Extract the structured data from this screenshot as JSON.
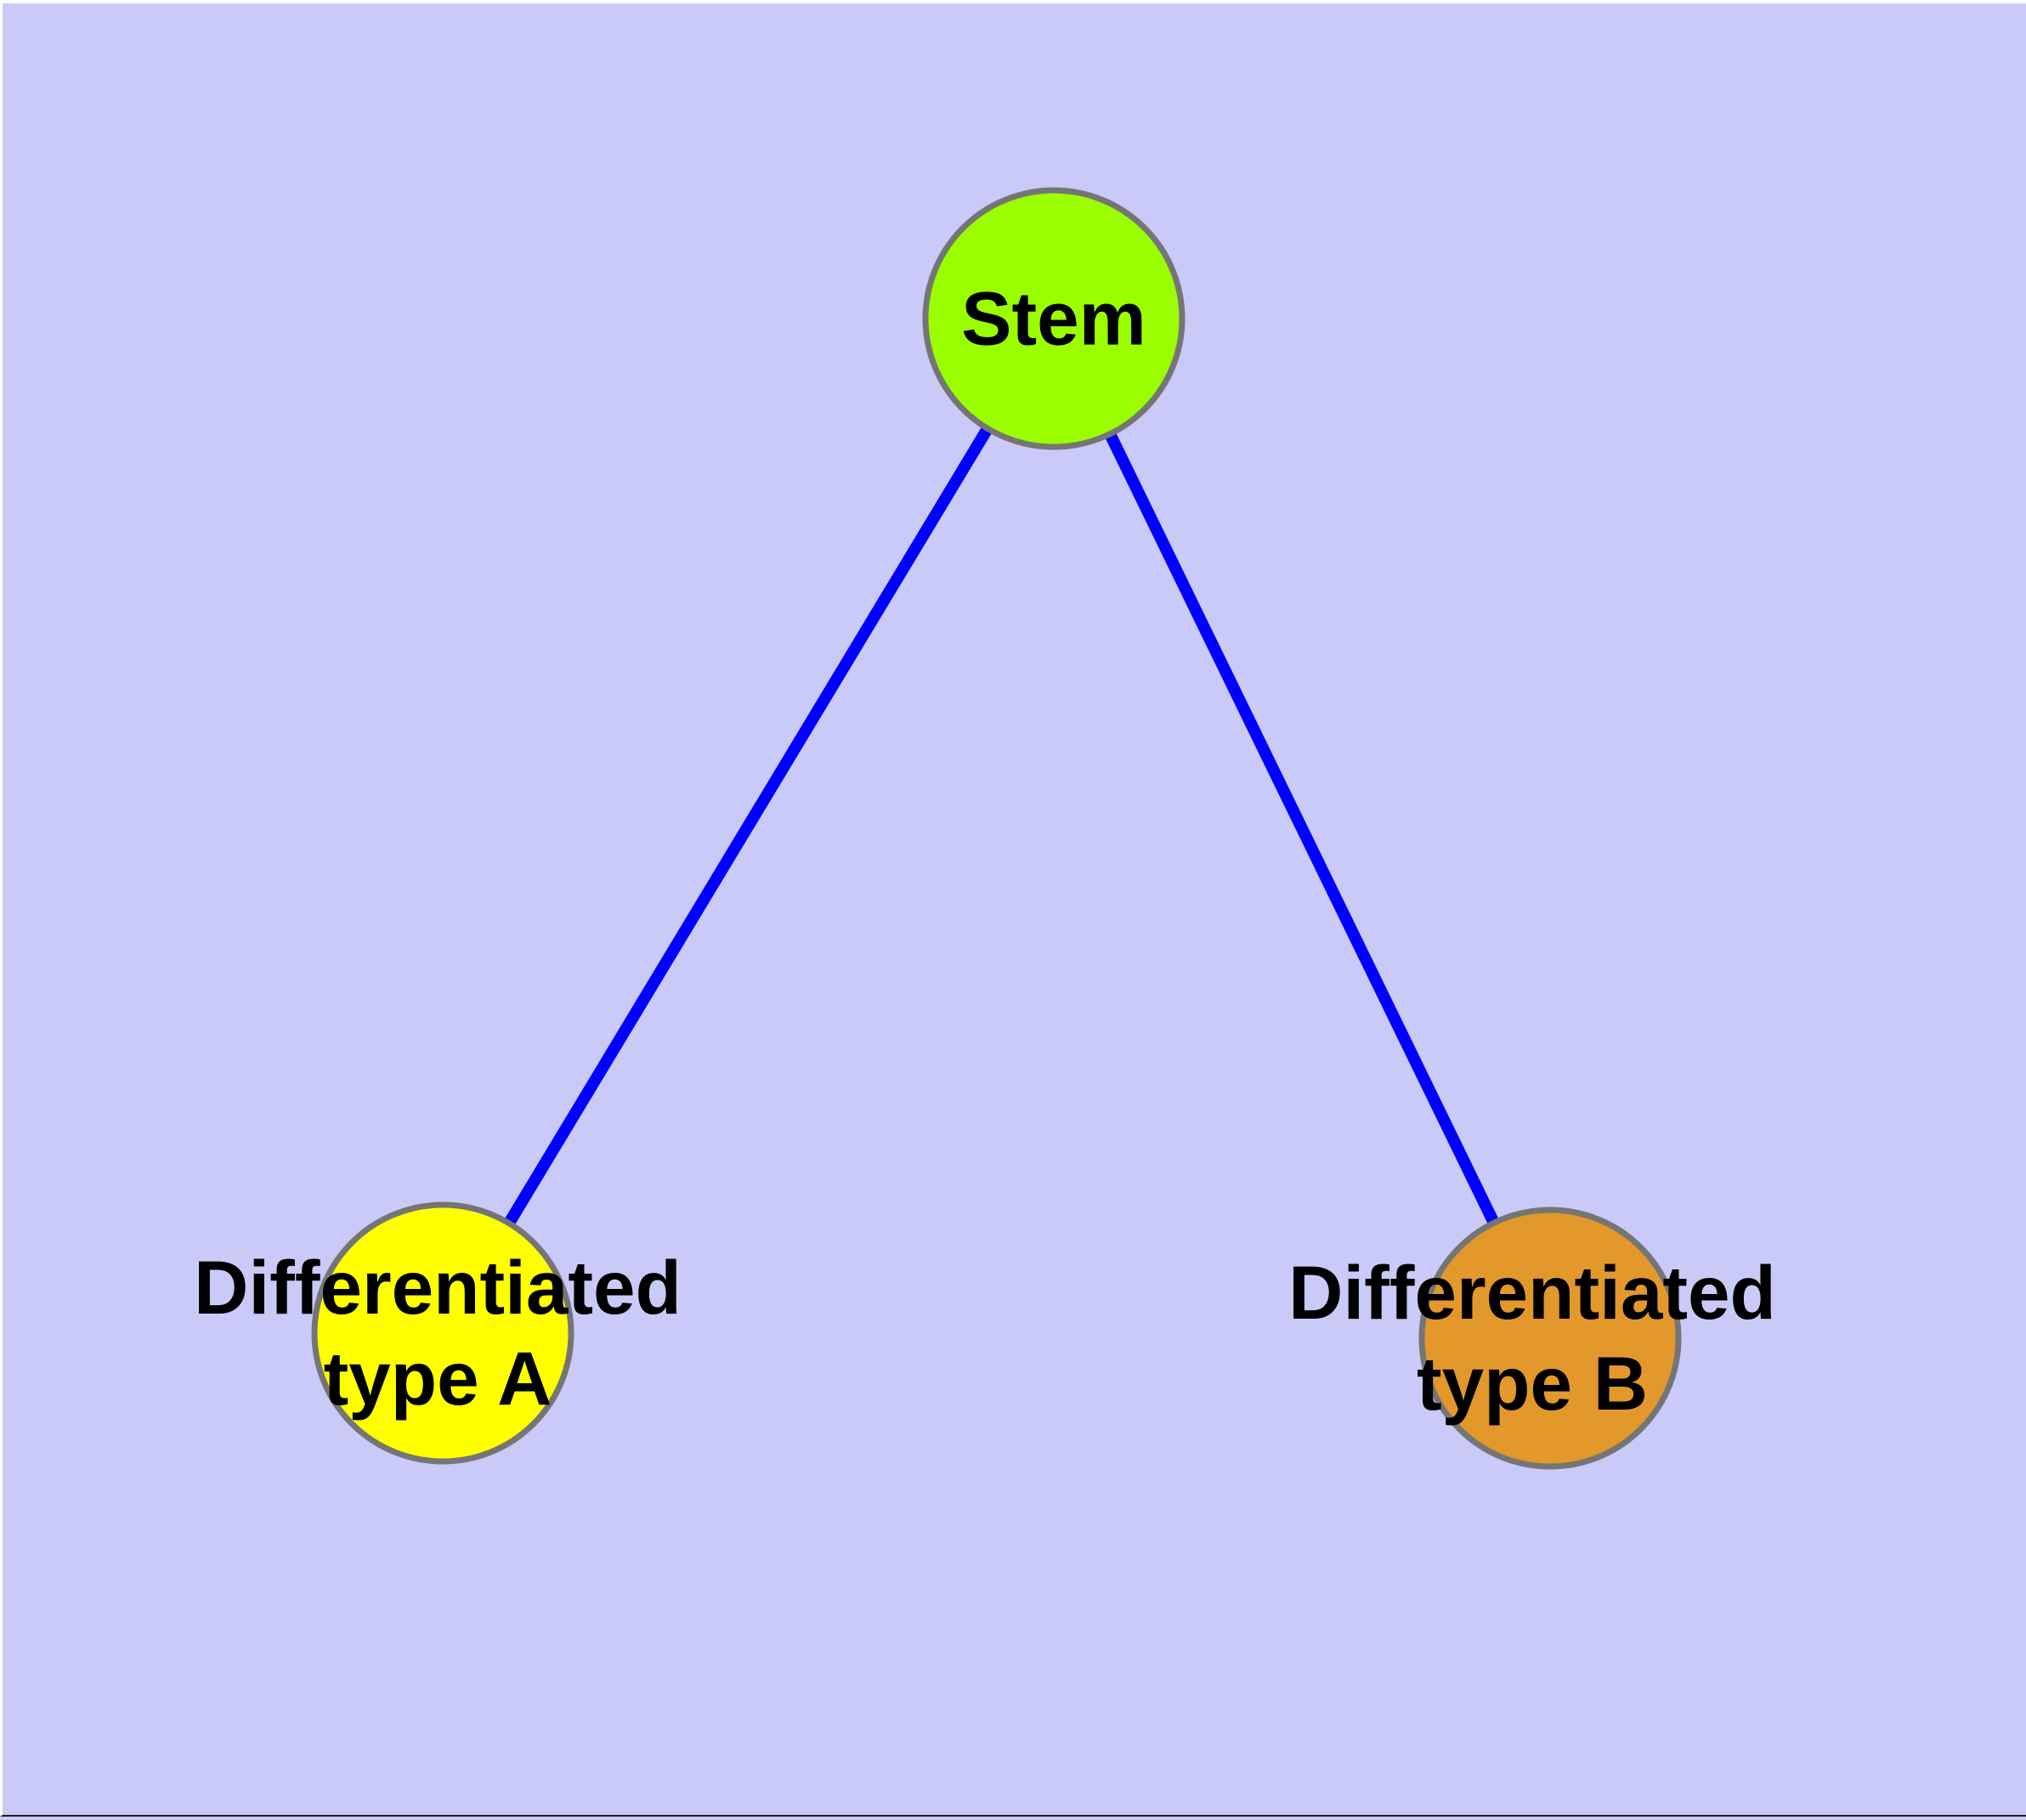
{
  "diagram": {
    "type": "node-link-graph",
    "nodes": {
      "stem": {
        "label": "Stem",
        "fill": "#9BFE00"
      },
      "type_a": {
        "label_line1": "Differentiated",
        "label_line2": "type A",
        "fill": "#FFFF00"
      },
      "type_b": {
        "label_line1": "Differentiated",
        "label_line2": "type B",
        "fill": "#E2982B"
      }
    },
    "edges": [
      {
        "from": "Stem",
        "to": "Differentiated type A"
      },
      {
        "from": "Stem",
        "to": "Differentiated type B"
      }
    ],
    "colors": {
      "background": "#CACAF8",
      "edge": "#0000FF",
      "node_border": "#757575",
      "label": "#000000"
    }
  }
}
